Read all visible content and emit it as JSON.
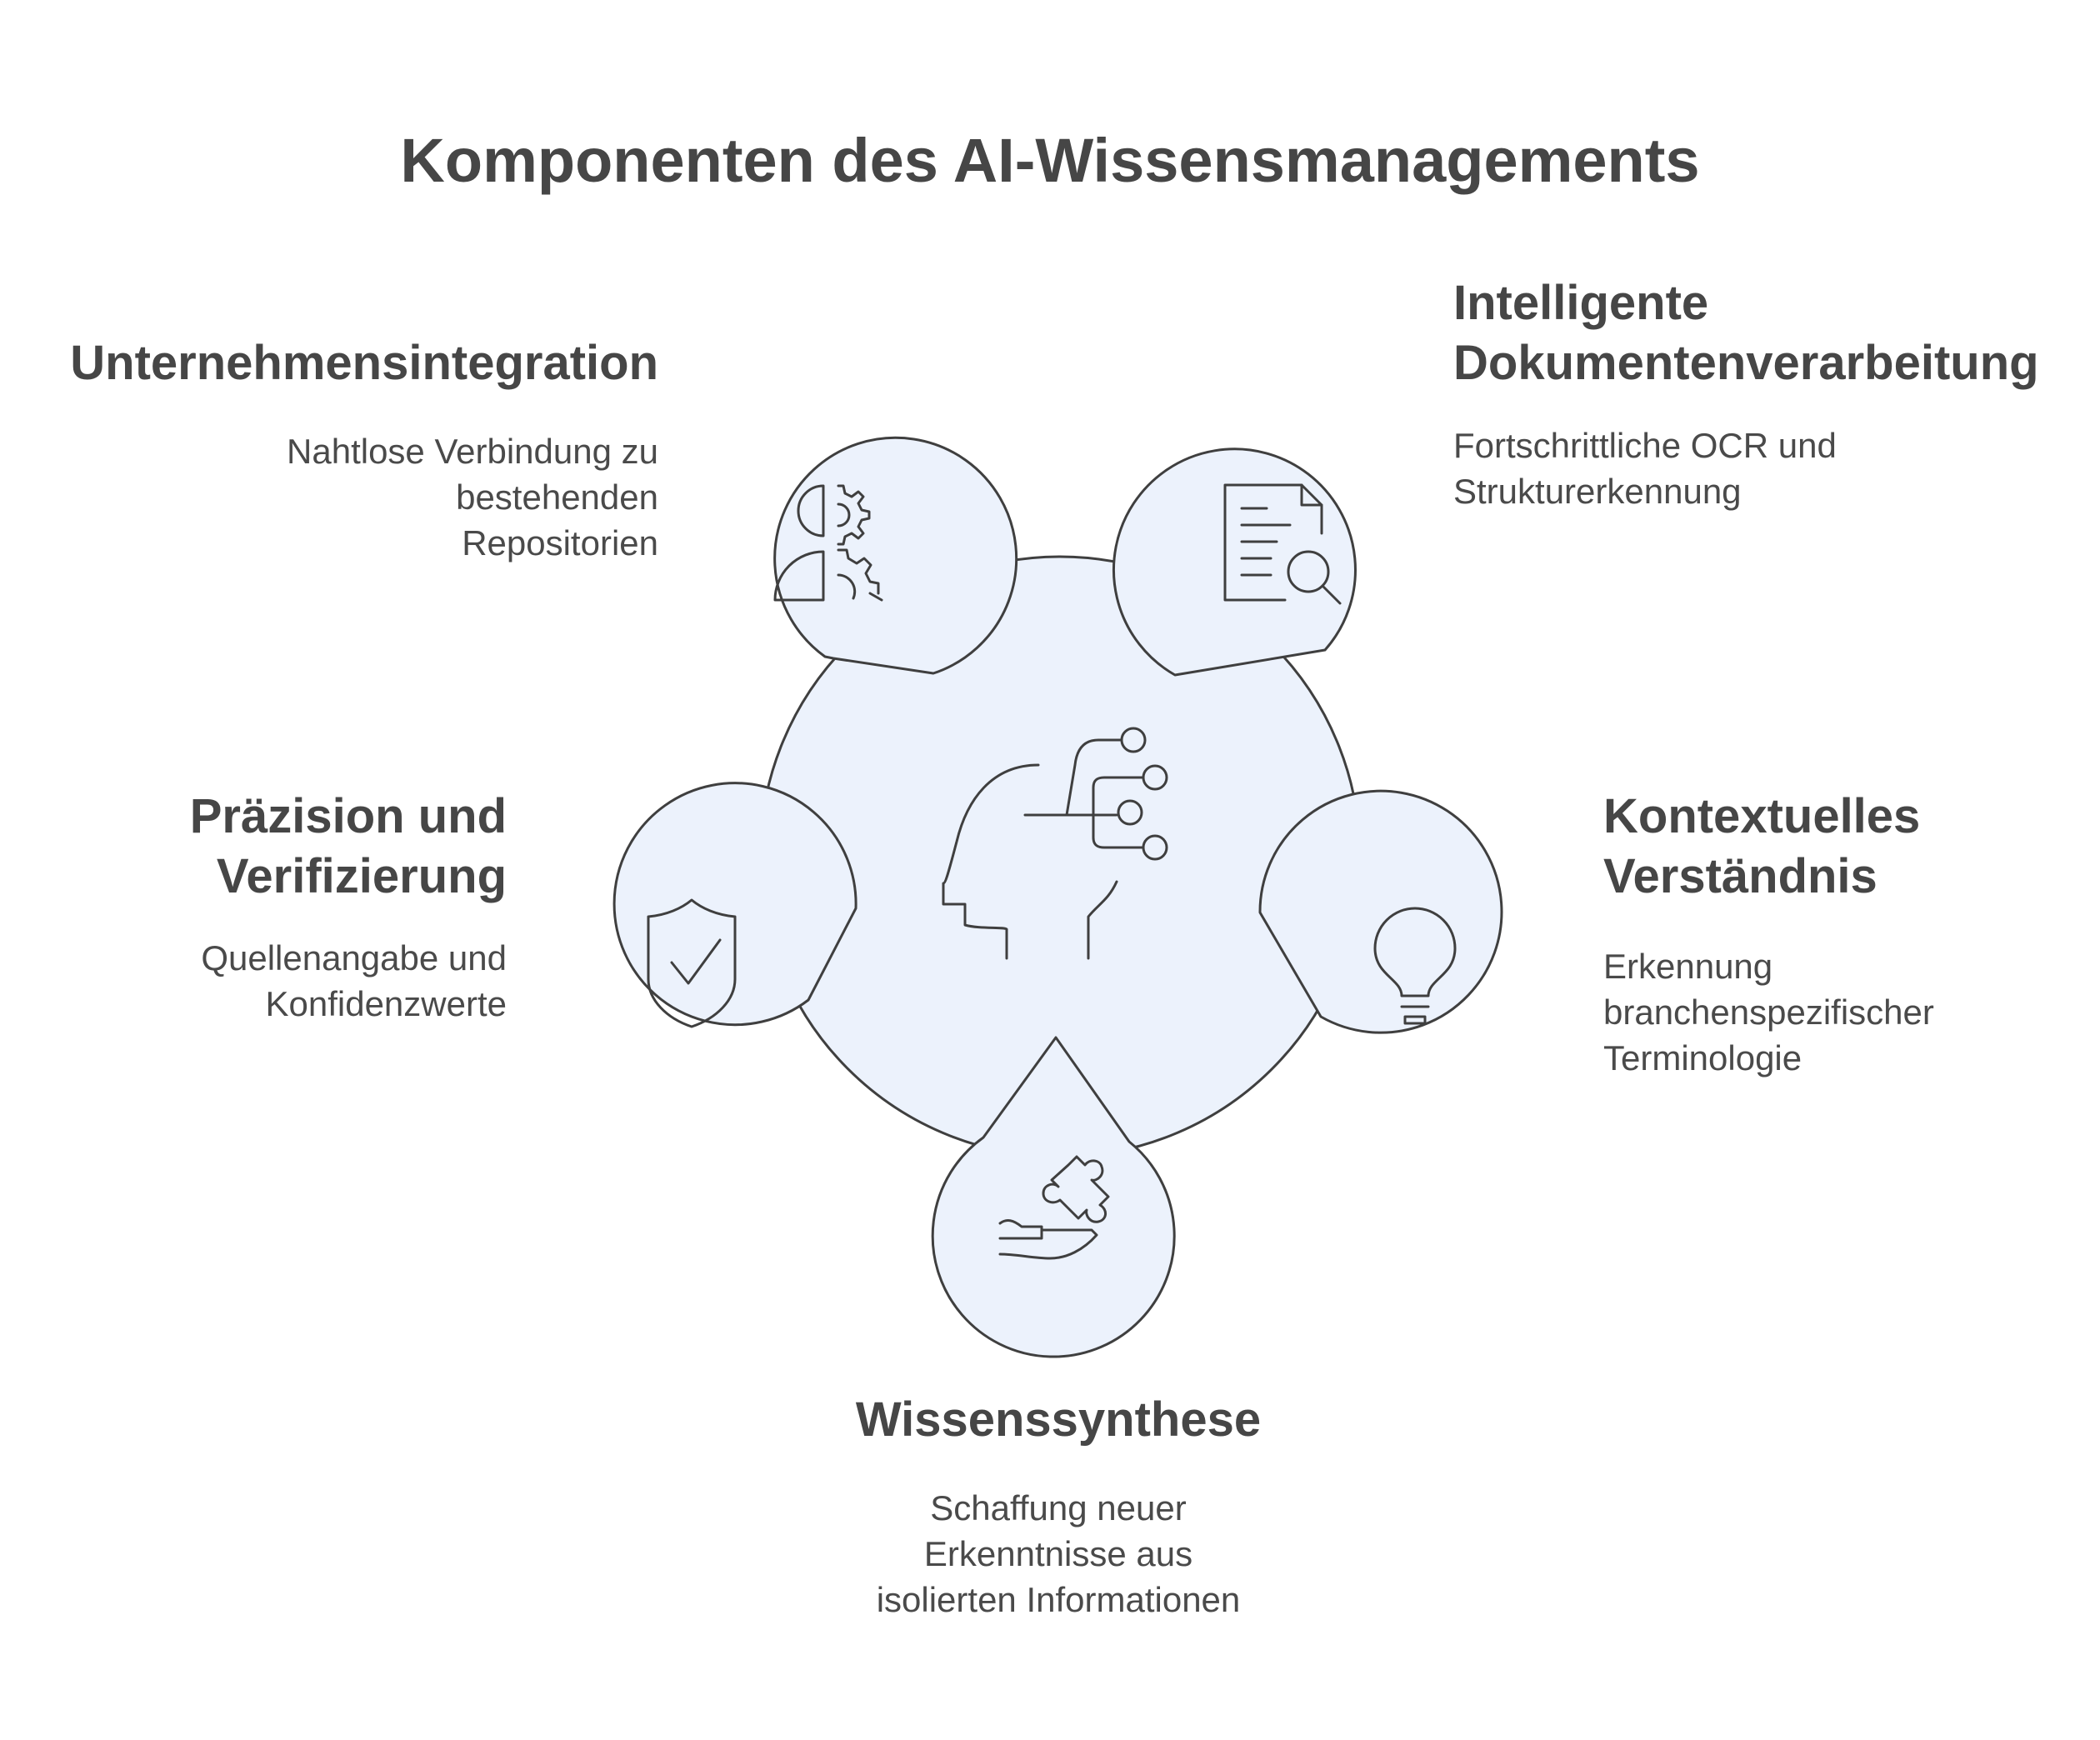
{
  "title": "Komponenten des AI-Wissensmanagements",
  "colors": {
    "fill": "#ecf2fc",
    "stroke": "#3f3f3f",
    "text": "#464646"
  },
  "center": {
    "icon": "ai-head-network-icon"
  },
  "components": [
    {
      "id": "unternehmensintegration",
      "icon": "person-gear-icon",
      "heading": [
        "Unternehmensintegration"
      ],
      "description": [
        "Nahtlose Verbindung zu",
        "bestehenden",
        "Repositorien"
      ]
    },
    {
      "id": "dokumentenverarbeitung",
      "icon": "document-search-icon",
      "heading": [
        "Intelligente",
        "Dokumentenverarbeitung"
      ],
      "description": [
        "Fortschrittliche OCR und",
        "Strukturerkennung"
      ]
    },
    {
      "id": "praezision",
      "icon": "shield-check-icon",
      "heading": [
        "Präzision und",
        "Verifizierung"
      ],
      "description": [
        "Quellenangabe und",
        "Konfidenzwerte"
      ]
    },
    {
      "id": "kontext",
      "icon": "lightbulb-icon",
      "heading": [
        "Kontextuelles",
        "Verständnis"
      ],
      "description": [
        "Erkennung",
        "branchenspezifischer",
        "Terminologie"
      ]
    },
    {
      "id": "synthese",
      "icon": "hand-puzzle-icon",
      "heading": [
        "Wissenssynthese"
      ],
      "description": [
        "Schaffung neuer",
        "Erkenntnisse aus",
        "isolierten Informationen"
      ]
    }
  ]
}
